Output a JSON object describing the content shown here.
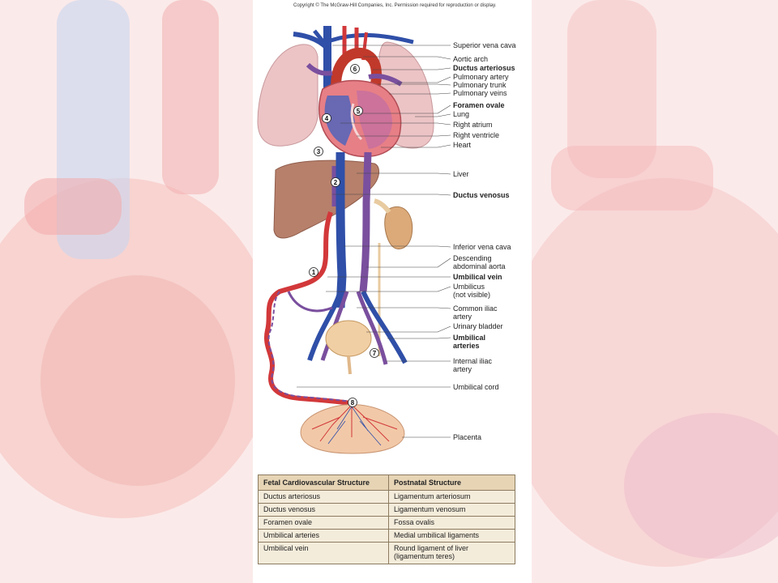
{
  "copyright": "Copyright © The McGraw-Hill Companies, Inc. Permission required for reproduction or display.",
  "labels": [
    {
      "id": "superior-vena-cava",
      "text": [
        "Superior vena cava"
      ],
      "bold": false
    },
    {
      "id": "aortic-arch",
      "text": [
        "Aortic arch"
      ],
      "bold": false
    },
    {
      "id": "ductus-arteriosus",
      "text": [
        "Ductus arteriosus"
      ],
      "bold": true
    },
    {
      "id": "pulmonary-artery",
      "text": [
        "Pulmonary artery"
      ],
      "bold": false
    },
    {
      "id": "pulmonary-trunk",
      "text": [
        "Pulmonary trunk"
      ],
      "bold": false
    },
    {
      "id": "pulmonary-veins",
      "text": [
        "Pulmonary veins"
      ],
      "bold": false
    },
    {
      "id": "foramen-ovale",
      "text": [
        "Foramen ovale"
      ],
      "bold": true
    },
    {
      "id": "lung",
      "text": [
        "Lung"
      ],
      "bold": false
    },
    {
      "id": "right-atrium",
      "text": [
        "Right atrium"
      ],
      "bold": false
    },
    {
      "id": "right-ventricle",
      "text": [
        "Right ventricle"
      ],
      "bold": false
    },
    {
      "id": "heart",
      "text": [
        "Heart"
      ],
      "bold": false
    },
    {
      "id": "liver",
      "text": [
        "Liver"
      ],
      "bold": false
    },
    {
      "id": "ductus-venosus",
      "text": [
        "Ductus venosus"
      ],
      "bold": true
    },
    {
      "id": "inferior-vena-cava",
      "text": [
        "Inferior vena cava"
      ],
      "bold": false
    },
    {
      "id": "descending-abdominal-aorta",
      "text": [
        "Descending",
        "abdominal aorta"
      ],
      "bold": false
    },
    {
      "id": "umbilical-vein",
      "text": [
        "Umbilical vein"
      ],
      "bold": true
    },
    {
      "id": "umbilicus",
      "text": [
        "Umbilicus",
        "(not visible)"
      ],
      "bold": false
    },
    {
      "id": "common-iliac-artery",
      "text": [
        "Common iliac",
        "artery"
      ],
      "bold": false
    },
    {
      "id": "urinary-bladder",
      "text": [
        "Urinary bladder"
      ],
      "bold": false
    },
    {
      "id": "umbilical-arteries",
      "text": [
        "Umbilical",
        "arteries"
      ],
      "bold": true
    },
    {
      "id": "internal-iliac-artery",
      "text": [
        "Internal iliac",
        "artery"
      ],
      "bold": false
    },
    {
      "id": "umbilical-cord",
      "text": [
        "Umbilical cord"
      ],
      "bold": false
    },
    {
      "id": "placenta",
      "text": [
        "Placenta"
      ],
      "bold": false
    }
  ],
  "step_numbers": [
    "1",
    "2",
    "3",
    "4",
    "5",
    "6",
    "7",
    "8"
  ],
  "table": {
    "headers": [
      "Fetal Cardiovascular Structure",
      "Postnatal Structure"
    ],
    "rows": [
      [
        "Ductus arteriosus",
        "Ligamentum arteriosum"
      ],
      [
        "Ductus venosus",
        "Ligamentum venosum"
      ],
      [
        "Foramen ovale",
        "Fossa ovalis"
      ],
      [
        "Umbilical arteries",
        "Medial umbilical ligaments"
      ],
      [
        "Umbilical vein",
        "Round ligament of liver (ligamentum teres)"
      ]
    ]
  },
  "colors": {
    "vein": "#2f4fa8",
    "artery": "#d2383a",
    "mixed": "#7a4f9e",
    "organ": "#b8836a",
    "table_header": "#e6d4b5",
    "table_cell": "#f4ecdb"
  }
}
